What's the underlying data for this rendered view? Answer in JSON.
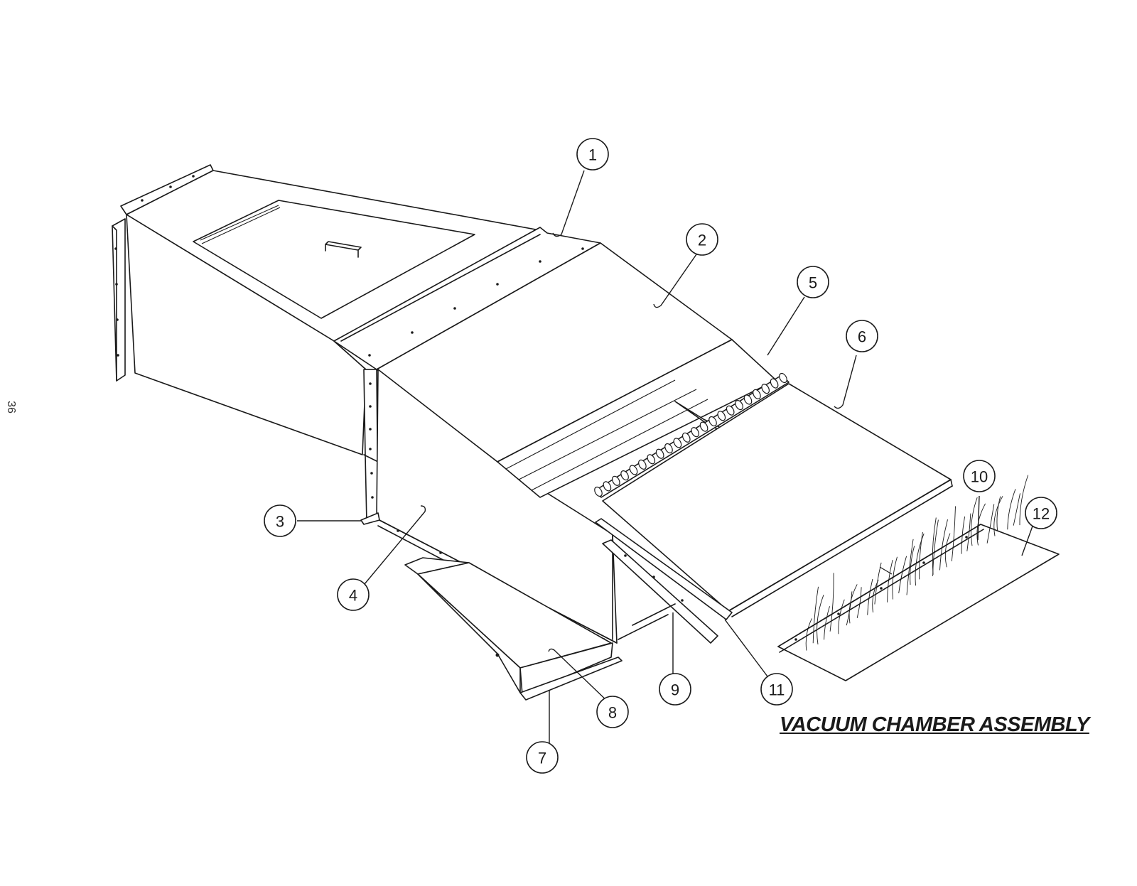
{
  "title": "VACUUM CHAMBER ASSEMBLY",
  "page_number": "36",
  "callouts": [
    {
      "label": "1"
    },
    {
      "label": "2"
    },
    {
      "label": "3"
    },
    {
      "label": "4"
    },
    {
      "label": "5"
    },
    {
      "label": "6"
    },
    {
      "label": "7"
    },
    {
      "label": "8"
    },
    {
      "label": "9"
    },
    {
      "label": "10"
    },
    {
      "label": "11"
    },
    {
      "label": "12"
    }
  ]
}
